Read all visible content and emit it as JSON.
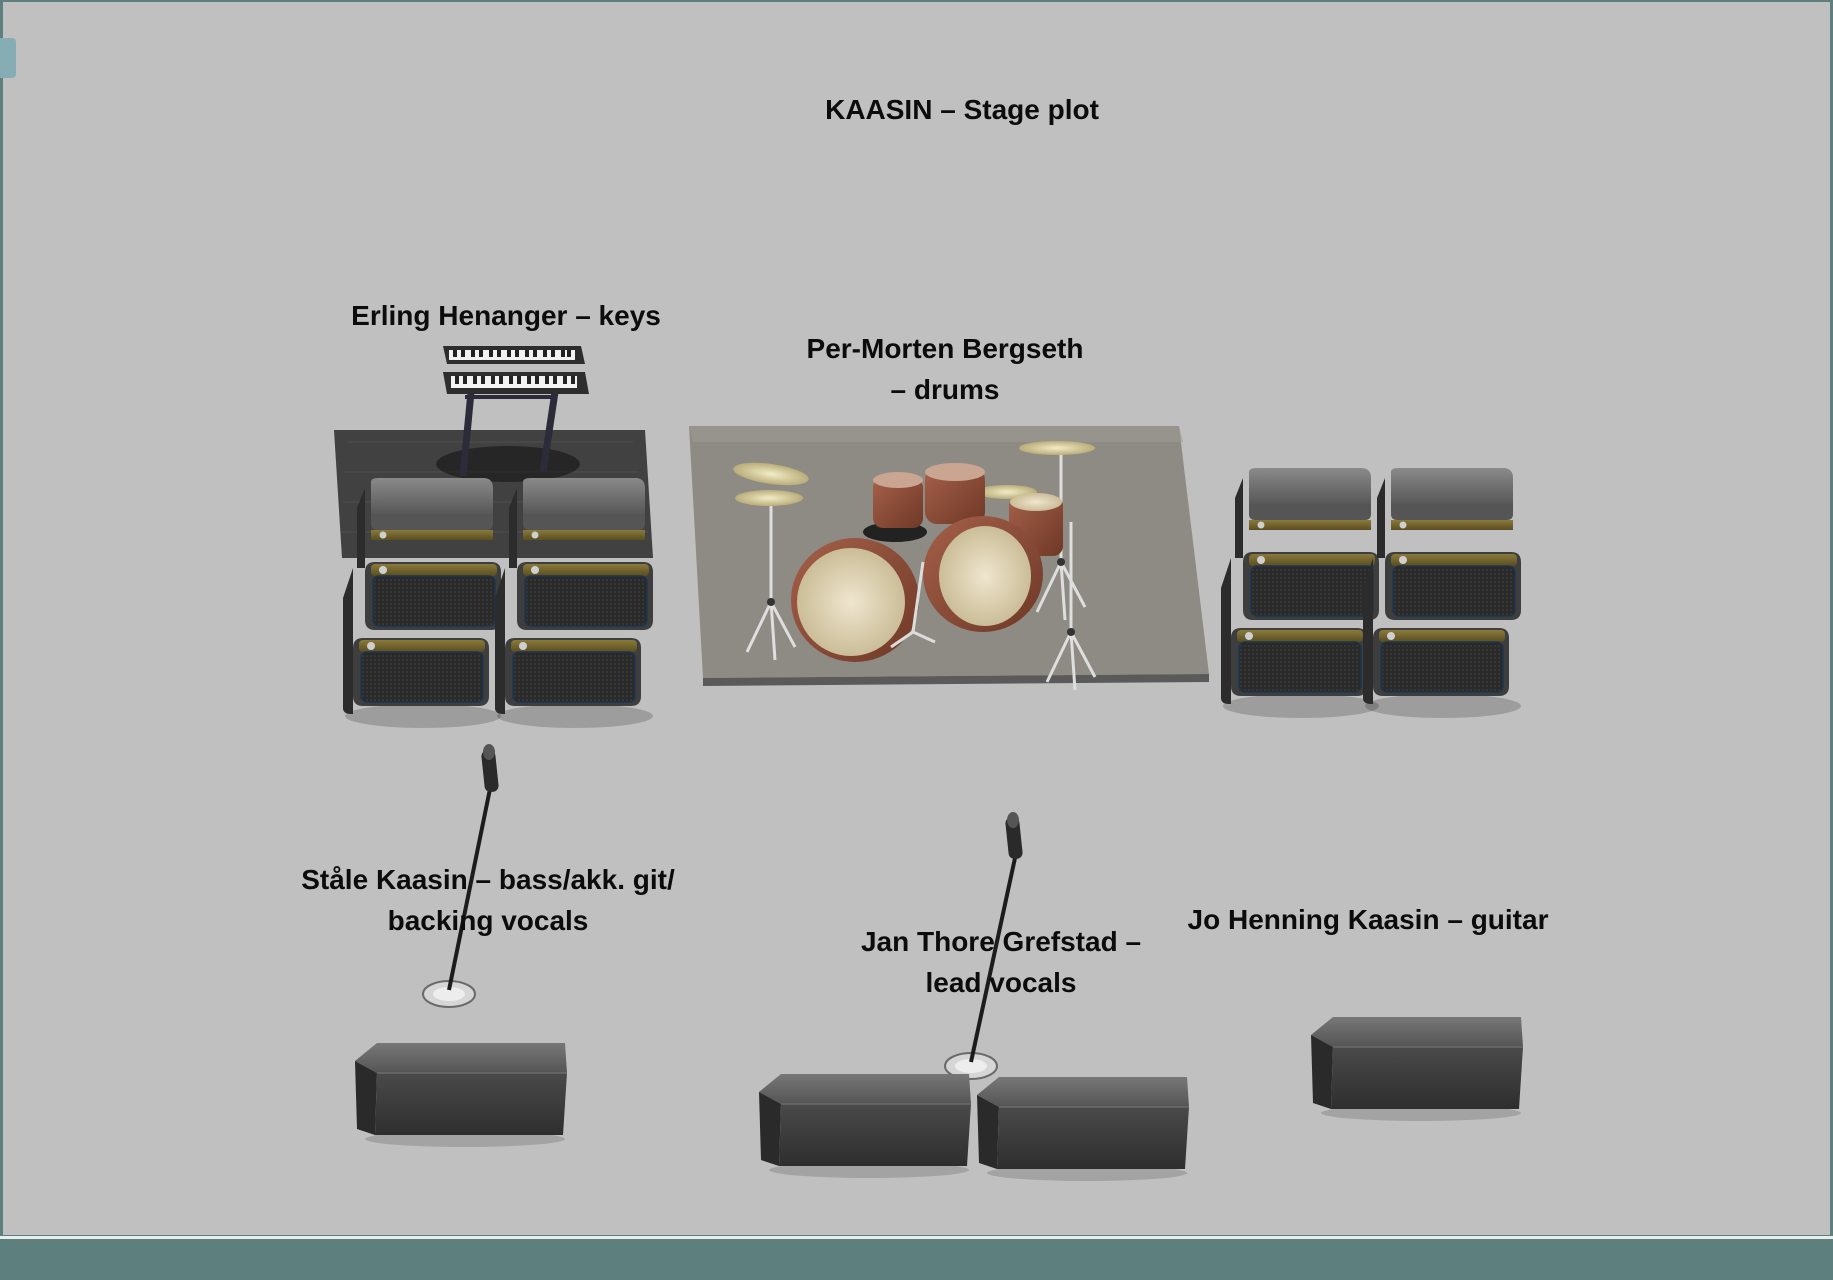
{
  "title": "KAASIN – Stage plot",
  "labels": {
    "keys": "Erling Henanger – keys",
    "drums_line1": "Per-Morten Bergseth",
    "drums_line2": "– drums",
    "bass_line1": "Ståle Kaasin – bass/akk. git/",
    "bass_line2": "backing vocals",
    "lead_line1": "Jan Thore Grefstad –",
    "lead_line2": "lead vocals",
    "guitar": "Jo Henning Kaasin – guitar"
  },
  "colors": {
    "stage_background": "#c0c0c0",
    "bottom_bar": "#5d7f7e",
    "equipment_dark": "#3a3a3a",
    "drum_shell": "#8a4a33",
    "drum_head": "#e3d8bf",
    "drum_riser": "#8e8b84"
  },
  "icons": [
    "keyboard-icon",
    "amp-stack-icon",
    "drum-kit-icon",
    "microphone-stand-icon",
    "floor-monitor-icon"
  ]
}
